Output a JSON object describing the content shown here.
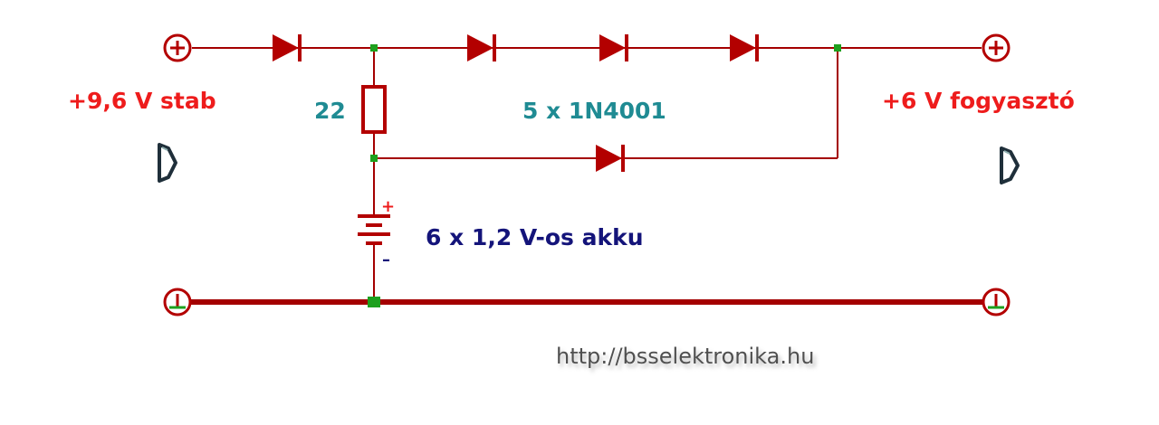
{
  "diagram": {
    "input_label": "+9,6 V stab",
    "output_label": "+6 V fogyasztó",
    "resistor_label": "22",
    "diodes_label": "5 x 1N4001",
    "battery_label": "6 x 1,2 V-os akku",
    "battery_plus": "+",
    "battery_minus": "–",
    "watermark": "http://bsselektronika.hu"
  },
  "colors": {
    "wire": "#a40000",
    "input_label": "#ee1c1c",
    "component_label": "#1f8b93",
    "battery_label": "#14147a",
    "node": "#1ea01e"
  },
  "icons": {
    "terminal_plus": "plus-terminal-icon",
    "terminal_ground": "ground-terminal-icon",
    "connector": "d-connector-icon"
  }
}
